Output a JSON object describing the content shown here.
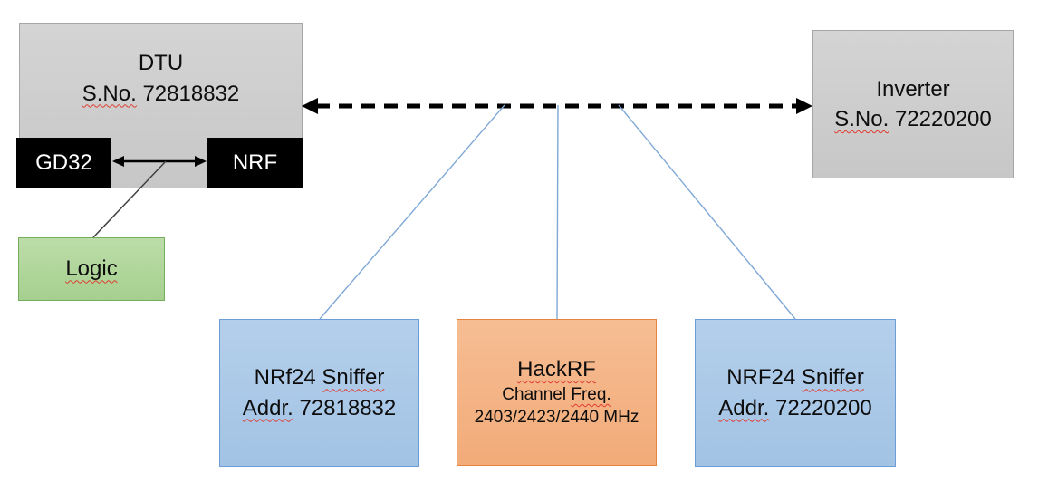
{
  "dtu": {
    "title": "DTU",
    "serial_label": "S.No.",
    "serial_value": " 72818832",
    "gd32_label": "GD32",
    "nrf_label": "NRF"
  },
  "logic": {
    "label": "Logic"
  },
  "inverter": {
    "title": "Inverter",
    "serial_label": "S.No.",
    "serial_value": " 72220200"
  },
  "sniffer_left": {
    "name_plain": "NRf24 ",
    "name_marked": "Sniffer",
    "addr_label": "Addr.",
    "addr_value": " 72818832"
  },
  "hackrf": {
    "title": "HackRF",
    "channel_plain": "Channel ",
    "channel_marked": "Freq.",
    "frequencies": "2403/2423/2440 MHz"
  },
  "sniffer_right": {
    "name_plain": "NRF24 ",
    "name_marked": "Sniffer",
    "addr_label": "Addr.",
    "addr_value": " 72220200"
  },
  "colors": {
    "gray_box_fill": "#cbcbcb",
    "gray_box_border": "#a6a6a6",
    "black_chip_fill": "#000000",
    "black_chip_text": "#ffffff",
    "green_box_fill": "#aed69a",
    "green_box_border": "#74ad5b",
    "blue_box_fill": "#a9c8e8",
    "blue_box_border": "#6d9dd6",
    "orange_box_fill": "#f4b183",
    "orange_box_border": "#e8833d",
    "connector_blue": "#7fa8d6",
    "link_black": "#000000",
    "spellcheck_red": "#e13b2f"
  }
}
